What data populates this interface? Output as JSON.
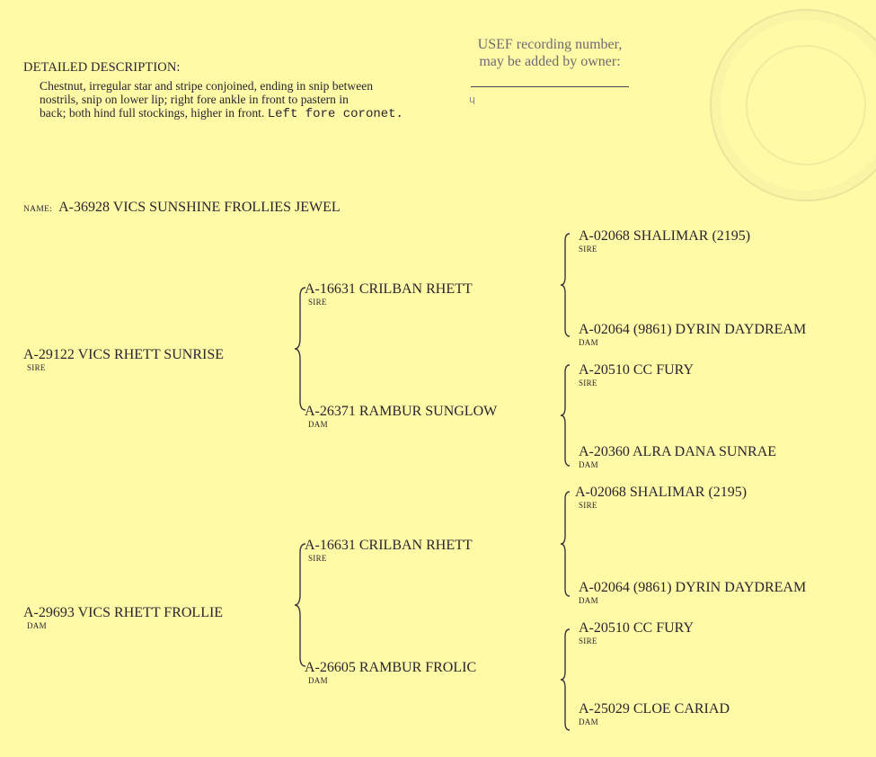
{
  "header": {
    "usef_line1": "USEF recording number,",
    "usef_line2": "may be added by owner:",
    "heading": "DETAILED DESCRIPTION:",
    "desc_line1": "Chestnut, irregular star and stripe conjoined, ending in snip between",
    "desc_line2": "nostrils, snip on lower lip; right fore ankle in front to pastern in",
    "desc_line3": "back; both hind full stockings, higher in front.",
    "desc_typed": "Left fore coronet."
  },
  "name": {
    "label": "NAME:",
    "value": "A-36928 VICS SUNSHINE FROLLIES JEWEL"
  },
  "pedigree": {
    "sire": {
      "text": "A-29122  VICS RHETT SUNRISE",
      "role": "SIRE",
      "sire": {
        "text": "A-16631  CRILBAN RHETT",
        "role": "SIRE",
        "sire": {
          "text": "A-02068  SHALIMAR (2195)",
          "role": "SIRE"
        },
        "dam": {
          "text": "A-02064  (9861) DYRIN DAYDREAM",
          "role": "DAM"
        }
      },
      "dam": {
        "text": "A-26371  RAMBUR SUNGLOW",
        "role": "DAM",
        "sire": {
          "text": "A-20510  CC FURY",
          "role": "SIRE"
        },
        "dam": {
          "text": "A-20360  ALRA DANA SUNRAE",
          "role": "DAM"
        }
      }
    },
    "dam": {
      "text": "A-29693  VICS RHETT FROLLIE",
      "role": "DAM",
      "sire": {
        "text": "A-16631  CRILBAN RHETT",
        "role": "SIRE",
        "sire": {
          "text": "A-02068  SHALIMAR (2195)",
          "role": "SIRE"
        },
        "dam": {
          "text": "A-02064  (9861) DYRIN DAYDREAM",
          "role": "DAM"
        }
      },
      "dam": {
        "text": "A-26605  RAMBUR FROLIC",
        "role": "DAM",
        "sire": {
          "text": "A-20510  CC FURY",
          "role": "SIRE"
        },
        "dam": {
          "text": "A-25029  CLOE CARIAD",
          "role": "DAM"
        }
      }
    }
  }
}
